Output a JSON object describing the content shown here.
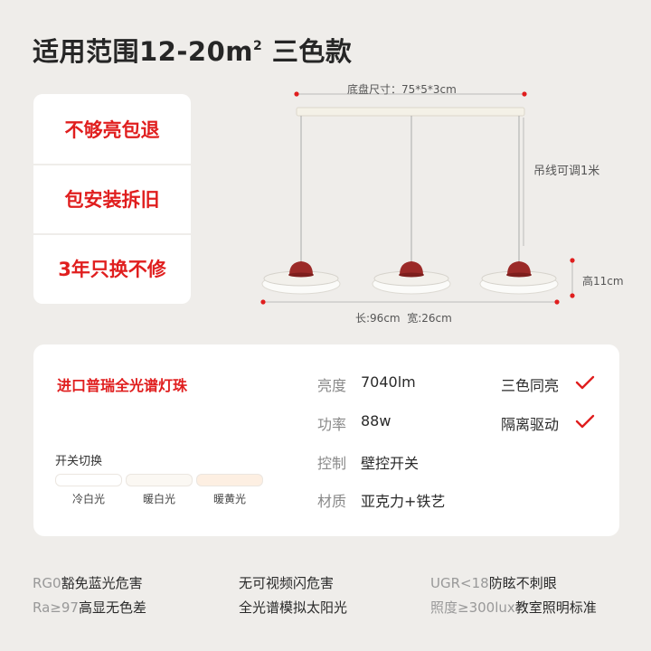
{
  "title": "适用范围12-20m",
  "title_sup": "2",
  "title_suffix": " 三色款",
  "promises": [
    "不够亮包退",
    "包安装拆旧",
    "3年只换不修"
  ],
  "dimensions": {
    "base": "底盘尺寸：75*5*3cm",
    "wire": "吊线可调1米",
    "height": "高11cm",
    "length_width": "长:96cm  宽:26cm"
  },
  "feature_title": "进口普瑞全光谱灯珠",
  "switch": {
    "label": "开关切换",
    "modes": [
      {
        "label": "冷白光",
        "color": "#ffffff"
      },
      {
        "label": "暖白光",
        "color": "#fbf8f3"
      },
      {
        "label": "暖黄光",
        "color": "#fdefe2"
      }
    ]
  },
  "specs": [
    {
      "key": "亮度",
      "value": "7040lm"
    },
    {
      "key": "功率",
      "value": "88w"
    },
    {
      "key": "控制",
      "value": "壁控开关"
    },
    {
      "key": "材质",
      "value": "亚克力+铁艺"
    }
  ],
  "badges": [
    "三色同亮",
    "隔离驱动"
  ],
  "features": [
    {
      "prefix": "RG0",
      "text": "豁免蓝光危害"
    },
    {
      "prefix": "",
      "text": "无可视频闪危害"
    },
    {
      "prefix": "UGR<18",
      "text": "防眩不刺眼"
    },
    {
      "prefix": "Ra≥97",
      "text": "高显无色差"
    },
    {
      "prefix": "",
      "text": "全光谱模拟太阳光"
    },
    {
      "prefix": "照度≥300lux",
      "text": "教室照明标准"
    }
  ],
  "colors": {
    "accent": "#e01e1e",
    "lamp_red": "#9b2a28",
    "background": "#efedea"
  }
}
